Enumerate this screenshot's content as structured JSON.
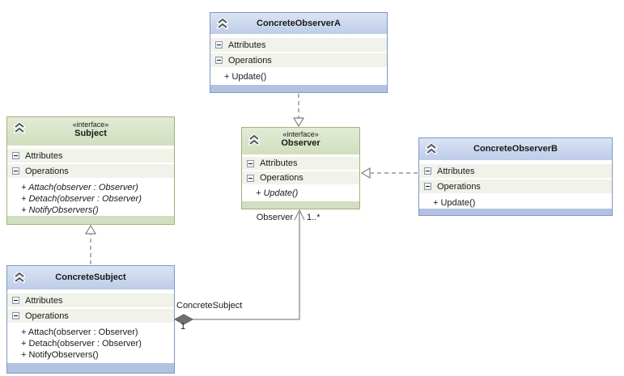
{
  "colors": {
    "class_border": "#7f98c6",
    "class_header": "#c7d4eb",
    "class_strip": "#b3c2e1",
    "interface_border": "#abae7d",
    "interface_header": "#d8e4c8",
    "interface_strip": "#d2dfc2",
    "section_row_bg": "#f1f3ea",
    "connector_color": "#8a8a8a",
    "aggregation_diamond_fill": "#6f6f6f"
  },
  "classes": {
    "concrete_observer_a": {
      "title": "ConcreteObserverA",
      "attributes_label": "Attributes",
      "operations_label": "Operations",
      "operations": [
        "+ Update()"
      ]
    },
    "subject": {
      "stereotype": "«interface»",
      "title": "Subject",
      "attributes_label": "Attributes",
      "operations_label": "Operations",
      "operations": [
        "+ Attach(observer : Observer)",
        "+ Detach(observer : Observer)",
        "+ NotifyObservers()"
      ]
    },
    "observer": {
      "stereotype": "«interface»",
      "title": "Observer",
      "attributes_label": "Attributes",
      "operations_label": "Operations",
      "operations": [
        "+ Update()"
      ]
    },
    "concrete_observer_b": {
      "title": "ConcreteObserverB",
      "attributes_label": "Attributes",
      "operations_label": "Operations",
      "operations": [
        "+ Update()"
      ]
    },
    "concrete_subject": {
      "title": "ConcreteSubject",
      "attributes_label": "Attributes",
      "operations_label": "Operations",
      "operations": [
        "+ Attach(observer : Observer)",
        "+ Detach(observer : Observer)",
        "+ NotifyObservers()"
      ]
    }
  },
  "association": {
    "source_role": "ConcreteSubject",
    "source_multiplicity": "1",
    "target_role": "Observer",
    "target_multiplicity": "1..*"
  }
}
